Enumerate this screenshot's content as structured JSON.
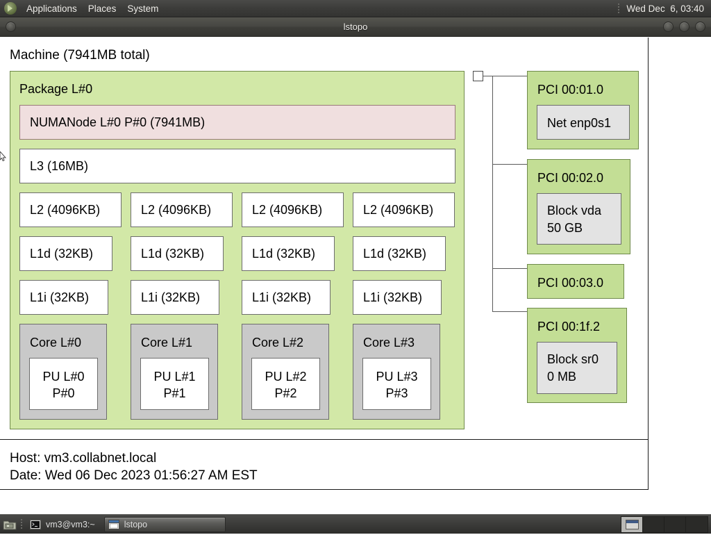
{
  "top_panel": {
    "logo_icon": "gnome-foot-icon",
    "menus": [
      "Applications",
      "Places",
      "System"
    ],
    "clock": "Wed Dec  6, 03:40"
  },
  "window": {
    "title": "lstopo",
    "buttons": {
      "left_menu": "window-menu-button",
      "minimize": "minimize-button",
      "maximize": "maximize-button",
      "close": "close-button"
    }
  },
  "topology": {
    "machine_label": "Machine (7941MB total)",
    "package_label": "Package L#0",
    "numa_label": "NUMANode L#0 P#0 (7941MB)",
    "l3_label": "L3 (16MB)",
    "l2": [
      "L2 (4096KB)",
      "L2 (4096KB)",
      "L2 (4096KB)",
      "L2 (4096KB)"
    ],
    "l1d": [
      "L1d (32KB)",
      "L1d (32KB)",
      "L1d (32KB)",
      "L1d (32KB)"
    ],
    "l1i": [
      "L1i (32KB)",
      "L1i (32KB)",
      "L1i (32KB)",
      "L1i (32KB)"
    ],
    "cores": [
      {
        "label": "Core L#0",
        "pu_l": "PU L#0",
        "pu_p": "P#0"
      },
      {
        "label": "Core L#1",
        "pu_l": "PU L#1",
        "pu_p": "P#1"
      },
      {
        "label": "Core L#2",
        "pu_l": "PU L#2",
        "pu_p": "P#2"
      },
      {
        "label": "Core L#3",
        "pu_l": "PU L#3",
        "pu_p": "P#3"
      }
    ],
    "pci": [
      {
        "label": "PCI 00:01.0",
        "child_line1": "Net enp0s1",
        "child_line2": ""
      },
      {
        "label": "PCI 00:02.0",
        "child_line1": "Block vda",
        "child_line2": "50 GB"
      },
      {
        "label": "PCI 00:03.0",
        "child_line1": "",
        "child_line2": ""
      },
      {
        "label": "PCI 00:1f.2",
        "child_line1": "Block sr0",
        "child_line2": "0 MB"
      }
    ],
    "footer": {
      "host": "Host: vm3.collabnet.local",
      "date": "Date: Wed 06 Dec 2023 01:56:27 AM EST"
    }
  },
  "colors": {
    "package_green": "#d2e8a7",
    "pci_green": "#cfe6a2",
    "numa_pink": "#f0dfdf",
    "core_gray": "#c9c9c9",
    "pci_child_gray": "#e3e3e3",
    "box_border": "#6d6d6d",
    "green_border": "#6f8a4b",
    "panel_bg": "#3c3c3a"
  },
  "taskbar": {
    "show_desktop_icon": "show-desktop-icon",
    "tasks": [
      {
        "icon": "terminal-icon",
        "label": "vm3@vm3:~",
        "active": false
      },
      {
        "icon": "window-icon",
        "label": "lstopo",
        "active": true
      }
    ],
    "workspaces": [
      {
        "active": true
      },
      {
        "active": false
      },
      {
        "active": false
      },
      {
        "active": false
      }
    ]
  }
}
